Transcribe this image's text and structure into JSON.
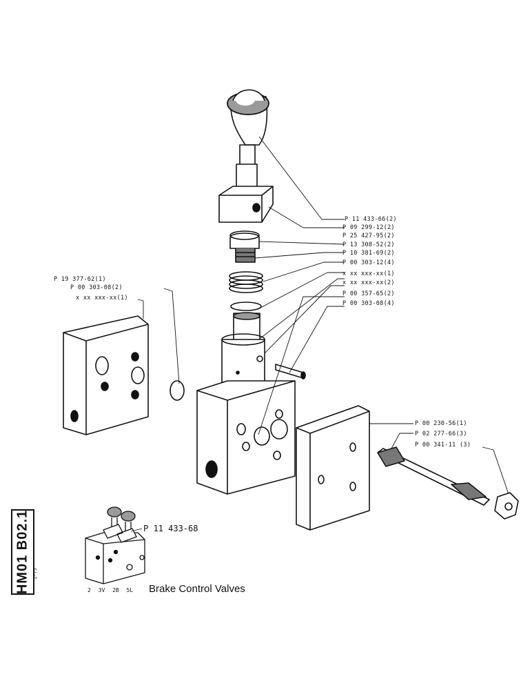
{
  "title": "Brake Control Valves",
  "side_code": "HM01 B02.1",
  "date_code": "1-75",
  "small_view": {
    "part_number": "P 11 433-68",
    "variants": "2 3V 2B 5L"
  },
  "callouts": [
    {
      "id": "knob",
      "label": "P 11 433-66(2)"
    },
    {
      "id": "lever-block",
      "label": "P 09 299-12(2)"
    },
    {
      "id": "pin",
      "label": "P 25 427-95(2)"
    },
    {
      "id": "plug",
      "label": "P 13 308-52(2)"
    },
    {
      "id": "spring",
      "label": "P 10 381-69(2)"
    },
    {
      "id": "o-ring-top",
      "label": "P 00 303-12(4)"
    },
    {
      "id": "xx-1",
      "label": "x xx xxx-xx(1)"
    },
    {
      "id": "xx-2",
      "label": "x xx xxx-xx(2)"
    },
    {
      "id": "o-ring-mid",
      "label": "P 00 357-65(2)"
    },
    {
      "id": "o-ring-side",
      "label": "P 00 303-08(4)"
    },
    {
      "id": "left-block",
      "label": "P 19 377-62(1)"
    },
    {
      "id": "left-oring",
      "label": "P 00 303-08(2)"
    },
    {
      "id": "left-xx",
      "label": "x xx xxx-xx(1)"
    },
    {
      "id": "end-plate",
      "label": "P 00 230-56(1)"
    },
    {
      "id": "bolt",
      "label": "P 02 277-66(3)"
    },
    {
      "id": "nut",
      "label": "P 00 341-11 (3)"
    }
  ],
  "colors": {
    "ink": "#111111",
    "paper": "#ffffff",
    "shade": "#9a9a9a"
  }
}
